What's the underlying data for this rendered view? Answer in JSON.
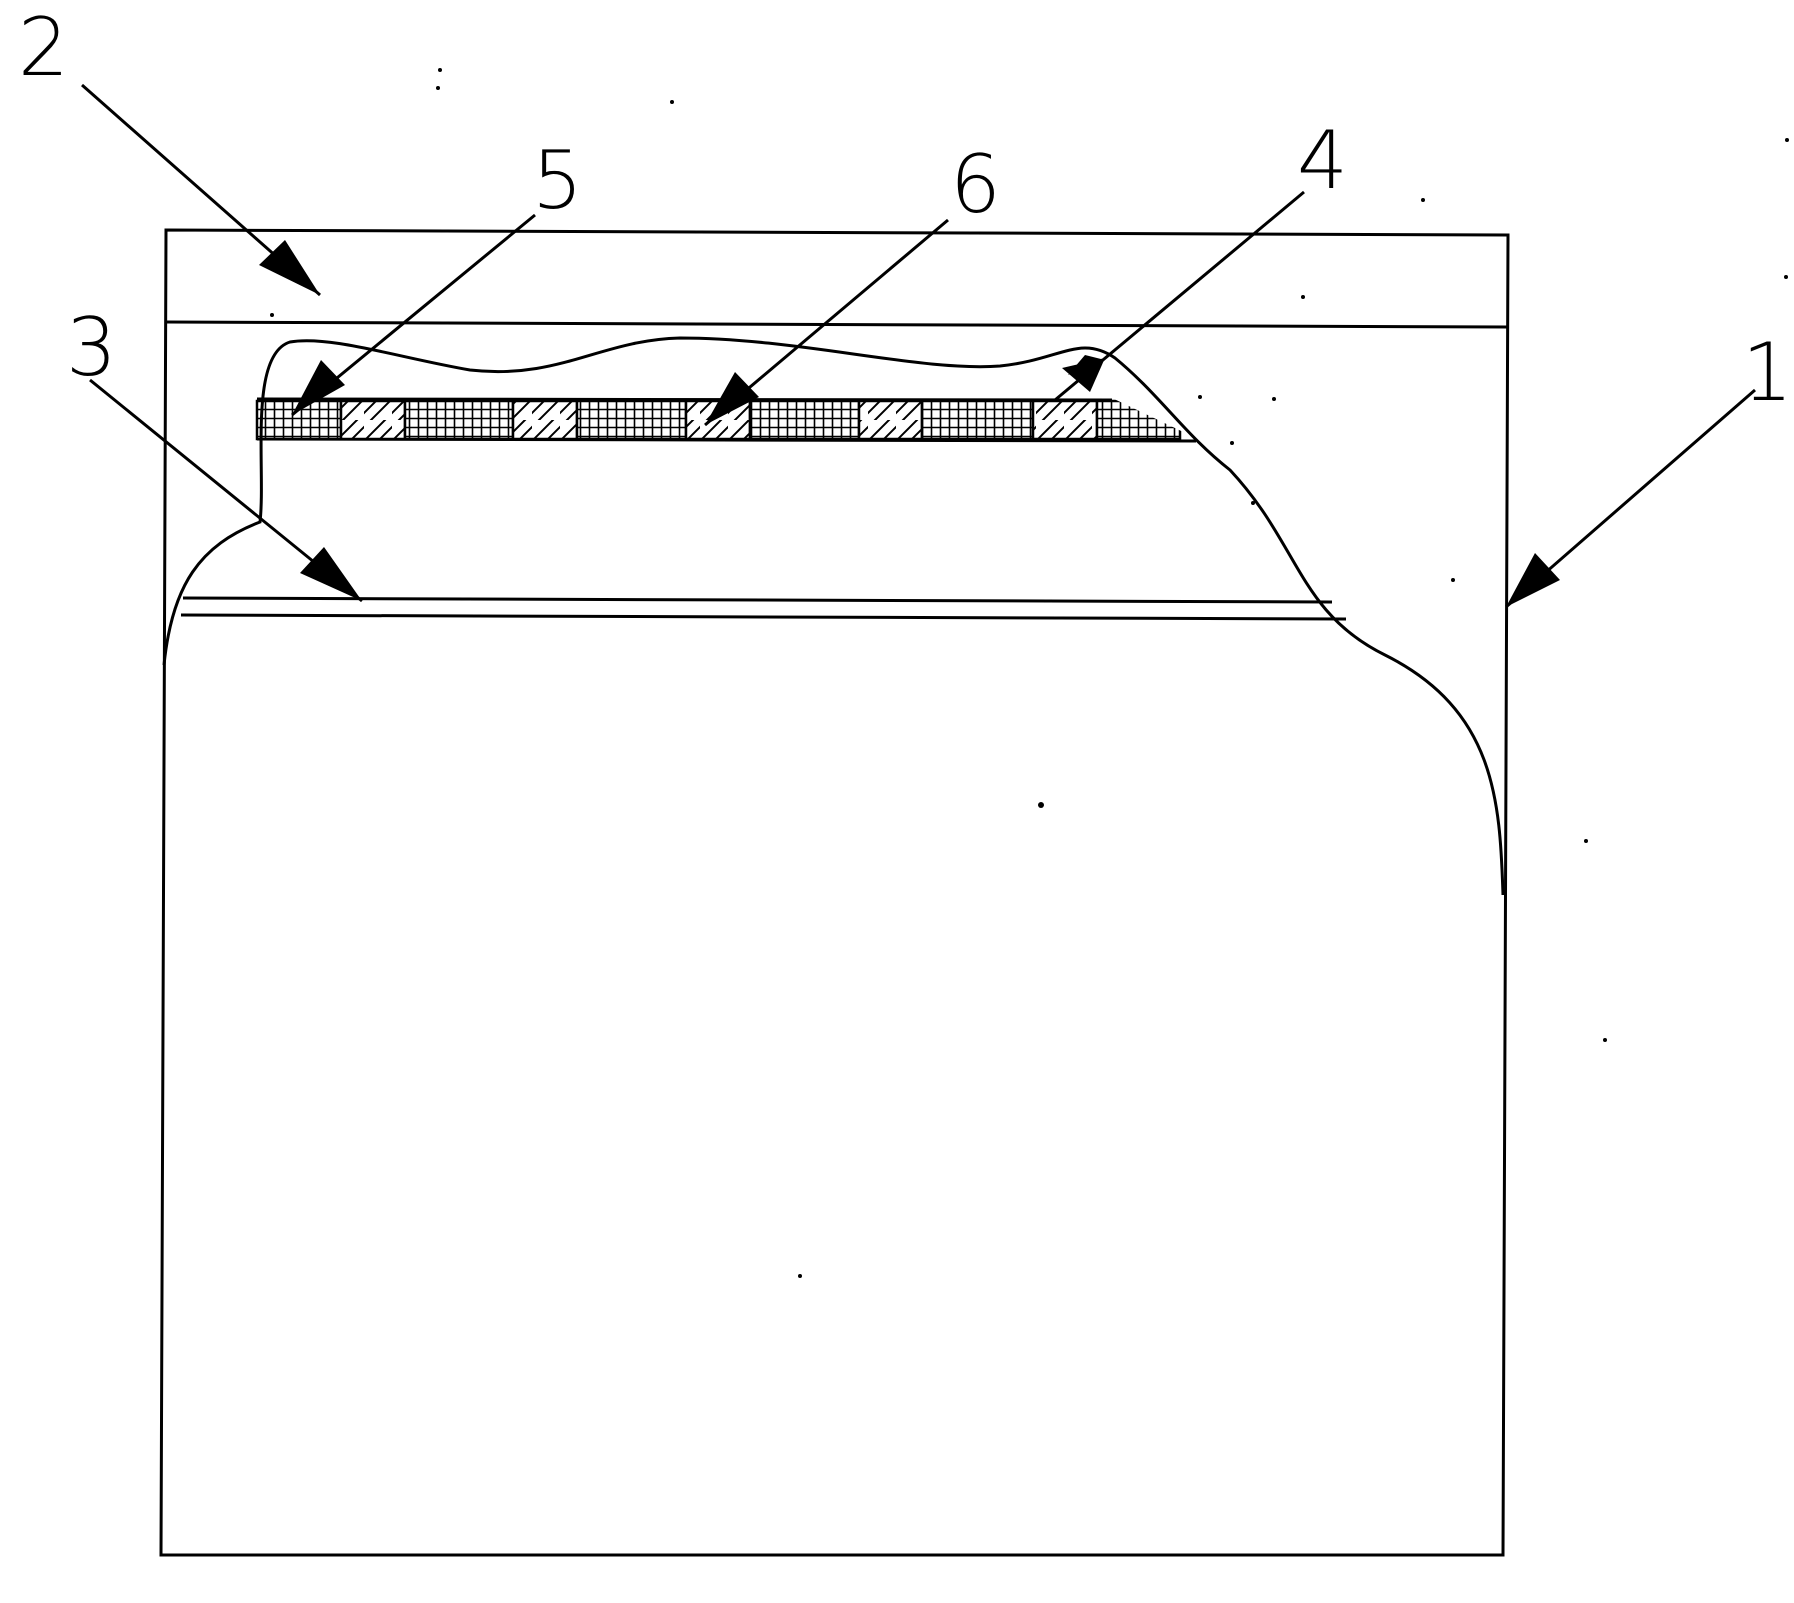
{
  "diagram": {
    "line_color": "#000000",
    "background_color": "#ffffff",
    "reference_numerals": [
      {
        "id": "label-1",
        "text": "1"
      },
      {
        "id": "label-2",
        "text": "2"
      },
      {
        "id": "label-3",
        "text": "3"
      },
      {
        "id": "label-4",
        "text": "4"
      },
      {
        "id": "label-5",
        "text": "5"
      },
      {
        "id": "label-6",
        "text": "6"
      }
    ],
    "strip_pattern": [
      "grid",
      "hatch",
      "grid",
      "hatch",
      "grid",
      "hatch",
      "grid",
      "hatch",
      "grid",
      "hatch",
      "grid"
    ]
  }
}
